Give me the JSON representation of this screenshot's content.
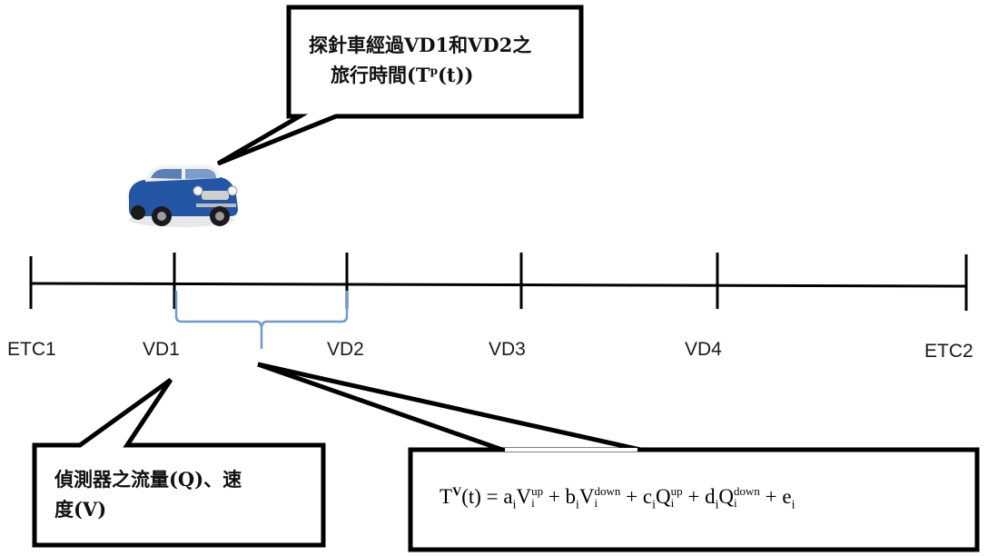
{
  "callout_top": {
    "line1": "探針車經過VD1和VD2之",
    "line2_prefix": "旅行時間(T",
    "line2_sup": "p",
    "line2_suffix": "(t))"
  },
  "callout_left": {
    "line1": "偵測器之流量(Q)、速",
    "line2": "度(V)"
  },
  "stations": [
    "ETC1",
    "VD1",
    "VD2",
    "VD3",
    "VD4",
    "ETC2"
  ],
  "formula": {
    "lhs_T": "T",
    "lhs_sup": "V",
    "lhs_arg": "(t) = ",
    "a": "a",
    "b": "b",
    "c": "c",
    "d": "d",
    "e": "e",
    "i": "i",
    "V": "V",
    "Q": "Q",
    "up": "up",
    "down": "down",
    "plus": " + "
  },
  "icons": {
    "car": "car-icon"
  }
}
